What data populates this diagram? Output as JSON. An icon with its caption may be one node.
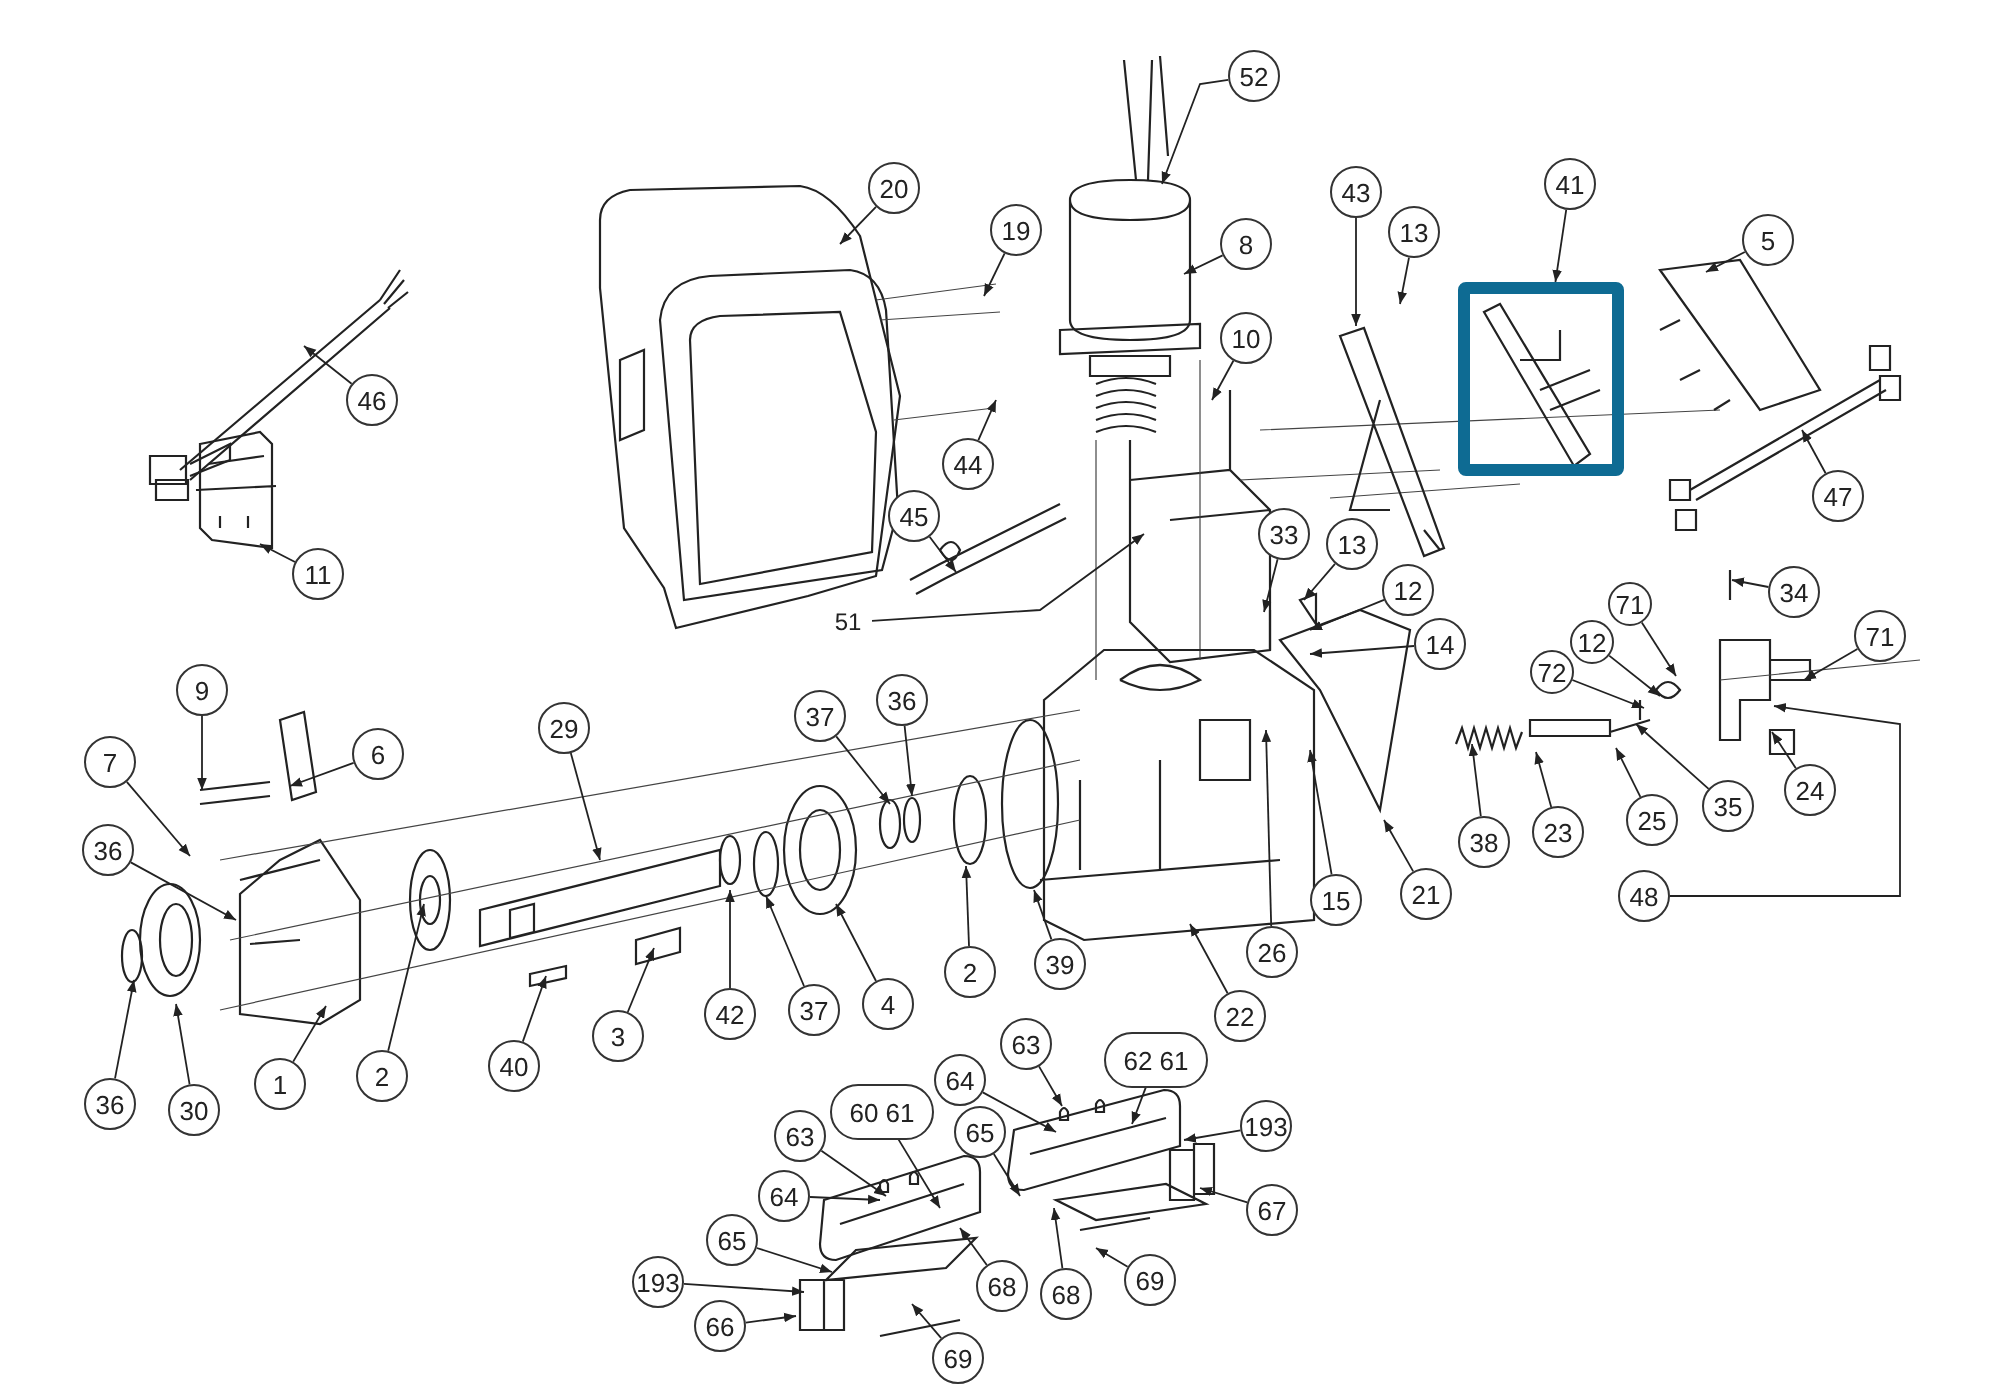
{
  "diagram": {
    "nodes": [
      {
        "text": [
          "52"
        ]
      },
      {
        "text": [
          "41"
        ]
      },
      {
        "text": [
          "20"
        ]
      },
      {
        "text": [
          "43"
        ]
      },
      {
        "text": [
          "19"
        ]
      },
      {
        "text": [
          "5"
        ]
      },
      {
        "text": [
          "8"
        ]
      },
      {
        "text": [
          "13"
        ]
      },
      {
        "text": [
          "10"
        ]
      },
      {
        "text": [
          "46"
        ]
      },
      {
        "text": [
          "44"
        ]
      },
      {
        "text": [
          "47"
        ]
      },
      {
        "text": [
          "45"
        ]
      },
      {
        "text": [
          "33"
        ]
      },
      {
        "text": [
          "13"
        ]
      },
      {
        "text": [
          "11"
        ]
      },
      {
        "text": [
          "12"
        ]
      },
      {
        "text": [
          "34"
        ]
      },
      {
        "text": [
          "71"
        ]
      },
      {
        "text": [
          "51"
        ]
      },
      {
        "text": [
          "71"
        ]
      },
      {
        "text": [
          "14"
        ]
      },
      {
        "text": [
          "12"
        ]
      },
      {
        "text": [
          "72"
        ]
      },
      {
        "text": [
          "9"
        ]
      },
      {
        "text": [
          "36"
        ]
      },
      {
        "text": [
          "37"
        ]
      },
      {
        "text": [
          "29"
        ]
      },
      {
        "text": [
          "6"
        ]
      },
      {
        "text": [
          "7"
        ]
      },
      {
        "text": [
          "24"
        ]
      },
      {
        "text": [
          "35"
        ]
      },
      {
        "text": [
          "25"
        ]
      },
      {
        "text": [
          "23"
        ]
      },
      {
        "text": [
          "38"
        ]
      },
      {
        "text": [
          "36"
        ]
      },
      {
        "text": [
          "15"
        ]
      },
      {
        "text": [
          "21"
        ]
      },
      {
        "text": [
          "48"
        ]
      },
      {
        "text": [
          "26"
        ]
      },
      {
        "text": [
          "39"
        ]
      },
      {
        "text": [
          "2"
        ]
      },
      {
        "text": [
          "4"
        ]
      },
      {
        "text": [
          "37"
        ]
      },
      {
        "text": [
          "42"
        ]
      },
      {
        "text": [
          "22"
        ]
      },
      {
        "text": [
          "3"
        ]
      },
      {
        "text": [
          "63"
        ]
      },
      {
        "text": [
          "62 61"
        ]
      },
      {
        "text": [
          "40"
        ]
      },
      {
        "text": [
          "2"
        ]
      },
      {
        "text": [
          "64"
        ]
      },
      {
        "text": [
          "1"
        ]
      },
      {
        "text": [
          "36"
        ]
      },
      {
        "text": [
          "30"
        ]
      },
      {
        "text": [
          "60 61"
        ]
      },
      {
        "text": [
          "193"
        ]
      },
      {
        "text": [
          "65"
        ]
      },
      {
        "text": [
          "63"
        ]
      },
      {
        "text": [
          "64"
        ]
      },
      {
        "text": [
          "67"
        ]
      },
      {
        "text": [
          "65"
        ]
      },
      {
        "text": [
          "69"
        ]
      },
      {
        "text": [
          "193"
        ]
      },
      {
        "text": [
          "68"
        ]
      },
      {
        "text": [
          "68"
        ]
      },
      {
        "text": [
          "66"
        ]
      },
      {
        "text": [
          "69"
        ]
      },
      {
        "text": [],
        "shape": "box"
      }
    ],
    "edges": [
      {
        "from": 0,
        "to": null,
        "arrow": "to"
      },
      {
        "from": 1,
        "to": 68,
        "arrow": "to"
      },
      {
        "from": 2,
        "to": null,
        "arrow": "to"
      },
      {
        "from": 3,
        "to": null,
        "arrow": "to"
      },
      {
        "from": 4,
        "to": null,
        "arrow": "to"
      },
      {
        "from": 5,
        "to": null,
        "arrow": "to"
      },
      {
        "from": 6,
        "to": null,
        "arrow": "to"
      },
      {
        "from": 7,
        "to": null,
        "arrow": "to"
      },
      {
        "from": 8,
        "to": null,
        "arrow": "to"
      },
      {
        "from": 9,
        "to": null,
        "arrow": "to"
      },
      {
        "from": 10,
        "to": null,
        "arrow": "to"
      },
      {
        "from": 11,
        "to": null,
        "arrow": "to"
      },
      {
        "from": 12,
        "to": null,
        "arrow": "to"
      },
      {
        "from": 13,
        "to": null,
        "arrow": "to"
      },
      {
        "from": 14,
        "to": null,
        "arrow": "to"
      },
      {
        "from": 15,
        "to": null,
        "arrow": "to"
      },
      {
        "from": 16,
        "to": null,
        "arrow": "to"
      },
      {
        "from": 17,
        "to": null,
        "arrow": "to"
      },
      {
        "from": 18,
        "to": null,
        "arrow": "to"
      },
      {
        "from": 19,
        "to": null,
        "arrow": "to"
      },
      {
        "from": 20,
        "to": null,
        "arrow": "to"
      },
      {
        "from": 21,
        "to": null,
        "arrow": "to"
      },
      {
        "from": 22,
        "to": null,
        "arrow": "to"
      },
      {
        "from": 23,
        "to": null,
        "arrow": "to"
      },
      {
        "from": 24,
        "to": null,
        "arrow": "to"
      },
      {
        "from": 25,
        "to": null,
        "arrow": "to"
      },
      {
        "from": 26,
        "to": null,
        "arrow": "to"
      },
      {
        "from": 27,
        "to": null,
        "arrow": "to"
      },
      {
        "from": 28,
        "to": null,
        "arrow": "to"
      },
      {
        "from": 29,
        "to": null,
        "arrow": "to"
      },
      {
        "from": 30,
        "to": null,
        "arrow": "to"
      },
      {
        "from": 31,
        "to": null,
        "arrow": "to"
      },
      {
        "from": 32,
        "to": null,
        "arrow": "to"
      },
      {
        "from": 33,
        "to": null,
        "arrow": "to"
      },
      {
        "from": 34,
        "to": null,
        "arrow": "to"
      },
      {
        "from": 35,
        "to": null,
        "arrow": "to"
      },
      {
        "from": 36,
        "to": null,
        "arrow": "to"
      },
      {
        "from": 37,
        "to": null,
        "arrow": "to"
      },
      {
        "from": 38,
        "to": null,
        "arrow": "to"
      },
      {
        "from": 39,
        "to": null,
        "arrow": "to"
      },
      {
        "from": 40,
        "to": null,
        "arrow": "to"
      },
      {
        "from": 41,
        "to": null,
        "arrow": "to"
      },
      {
        "from": 42,
        "to": null,
        "arrow": "to"
      },
      {
        "from": 43,
        "to": null,
        "arrow": "to"
      },
      {
        "from": 44,
        "to": null,
        "arrow": "to"
      },
      {
        "from": 45,
        "to": null,
        "arrow": "to"
      },
      {
        "from": 46,
        "to": null,
        "arrow": "to"
      },
      {
        "from": 47,
        "to": null,
        "arrow": "to"
      },
      {
        "from": 48,
        "to": null,
        "arrow": "to"
      },
      {
        "from": 49,
        "to": null,
        "arrow": "to"
      },
      {
        "from": 50,
        "to": null,
        "arrow": "to"
      },
      {
        "from": 51,
        "to": null,
        "arrow": "to"
      },
      {
        "from": 52,
        "to": null,
        "arrow": "to"
      },
      {
        "from": 53,
        "to": null,
        "arrow": "to"
      },
      {
        "from": 54,
        "to": null,
        "arrow": "to"
      },
      {
        "from": 55,
        "to": null,
        "arrow": "to"
      },
      {
        "from": 56,
        "to": null,
        "arrow": "to"
      },
      {
        "from": 57,
        "to": null,
        "arrow": "to"
      },
      {
        "from": 58,
        "to": null,
        "arrow": "to"
      },
      {
        "from": 59,
        "to": null,
        "arrow": "to"
      },
      {
        "from": 60,
        "to": null,
        "arrow": "to"
      },
      {
        "from": 61,
        "to": null,
        "arrow": "to"
      },
      {
        "from": 62,
        "to": null,
        "arrow": "to"
      },
      {
        "from": 63,
        "to": null,
        "arrow": "to"
      },
      {
        "from": 64,
        "to": null,
        "arrow": "to"
      },
      {
        "from": 65,
        "to": null,
        "arrow": "to"
      },
      {
        "from": 66,
        "to": null,
        "arrow": "to"
      },
      {
        "from": 67,
        "to": null,
        "arrow": "to"
      }
    ]
  }
}
